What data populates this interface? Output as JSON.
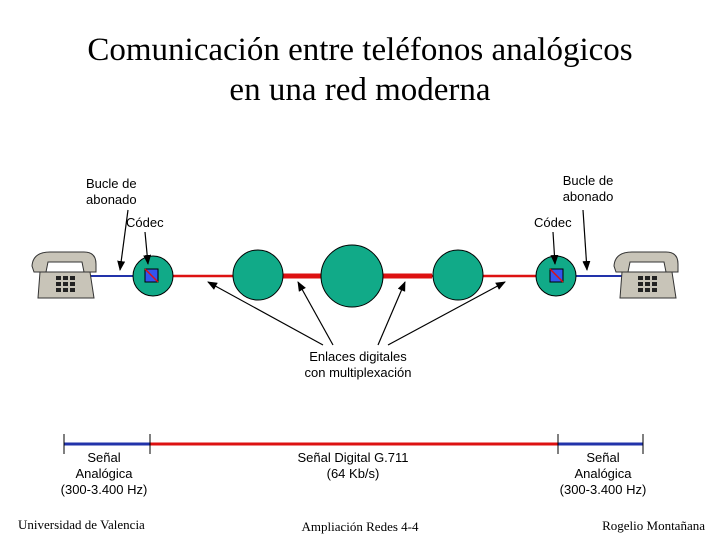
{
  "title": {
    "line1": "Comunicación entre teléfonos analógicos",
    "line2": "en una red moderna"
  },
  "labels": {
    "loop_left_1": "Bucle de",
    "loop_left_2": "abonado",
    "loop_right_1": "Bucle de",
    "loop_right_2": "abonado",
    "codec_left": "Códec",
    "codec_right": "Códec",
    "links_1": "Enlaces digitales",
    "links_2": "con multiplexación"
  },
  "signals": {
    "left": [
      "Señal",
      "Analógica",
      "(300-3.400 Hz)"
    ],
    "center": [
      "Señal Digital G.711",
      "(64 Kb/s)"
    ],
    "right": [
      "Señal",
      "Analógica",
      "(300-3.400 Hz)"
    ]
  },
  "footer": {
    "left": "Universidad de Valencia",
    "center": "Ampliación Redes 4-4",
    "right": "Rogelio Montañana"
  },
  "colors": {
    "digital_line": "#dd1111",
    "analog_line": "#2233aa",
    "switch_fill": "#11aa88",
    "codec_fill": "#3355ee",
    "phone_fill": "#c8c4b8"
  }
}
